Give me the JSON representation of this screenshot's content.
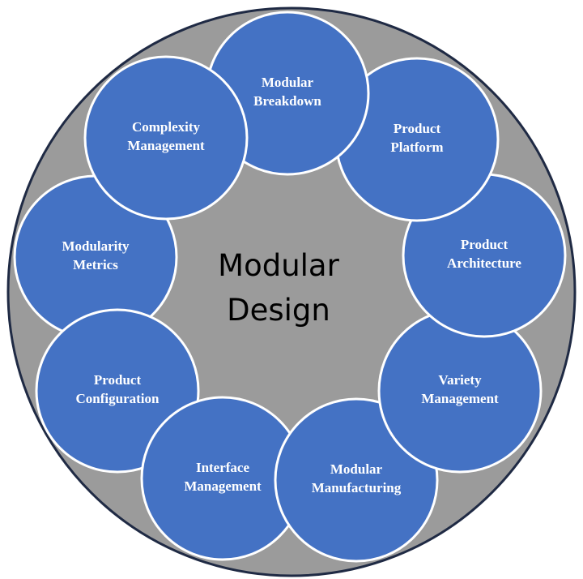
{
  "title_lines": [
    "Modular",
    "Design"
  ],
  "colors": {
    "outer_fill": "#9b9b9b",
    "outer_border": "#1f2a44",
    "node_fill": "#4472c4",
    "node_border": "#ffffff"
  },
  "nodes": [
    {
      "lines": [
        "Modularity",
        "Metrics"
      ]
    },
    {
      "lines": [
        "Product",
        "Configuration"
      ]
    },
    {
      "lines": [
        "Interface",
        "Management"
      ]
    },
    {
      "lines": [
        "Modular",
        "Manufacturing"
      ]
    },
    {
      "lines": [
        "Variety",
        "Management"
      ]
    },
    {
      "lines": [
        "Product",
        "Architecture"
      ]
    },
    {
      "lines": [
        "Product",
        "Platform"
      ]
    },
    {
      "lines": [
        "Modular",
        "Breakdown"
      ]
    },
    {
      "lines": [
        "Complexity",
        "Management"
      ]
    }
  ]
}
